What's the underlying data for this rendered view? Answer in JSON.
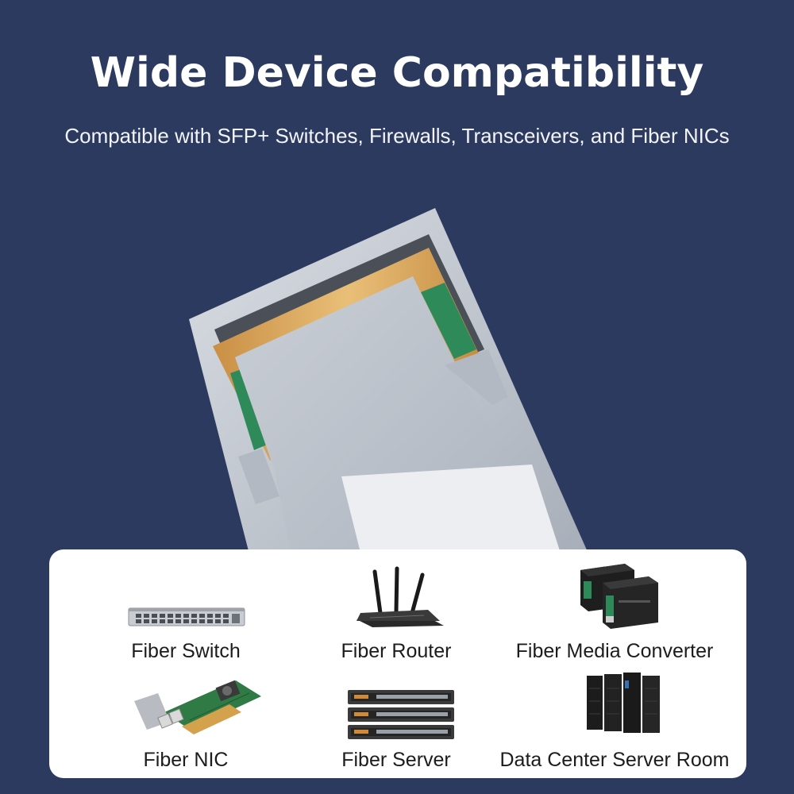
{
  "header": {
    "title": "Wide Device Compatibility",
    "subtitle": "Compatible with SFP+ Switches, Firewalls, Transceivers, and Fiber NICs"
  },
  "colors": {
    "background": "#2b3a5e",
    "panel": "#ffffff",
    "module_metal": "#c4cad3",
    "pcb_green": "#2f8a5a",
    "gold_contact": "#d8a55a"
  },
  "devices": [
    {
      "label": "Fiber Switch",
      "icon": "fiber-switch-icon"
    },
    {
      "label": "Fiber Router",
      "icon": "router-icon"
    },
    {
      "label": "Fiber Media Converter",
      "icon": "media-converter-icon"
    },
    {
      "label": "Fiber NIC",
      "icon": "network-card-icon"
    },
    {
      "label": "Fiber Server",
      "icon": "server-stack-icon"
    },
    {
      "label": "Data Center Server Room",
      "icon": "server-rack-icon"
    }
  ]
}
